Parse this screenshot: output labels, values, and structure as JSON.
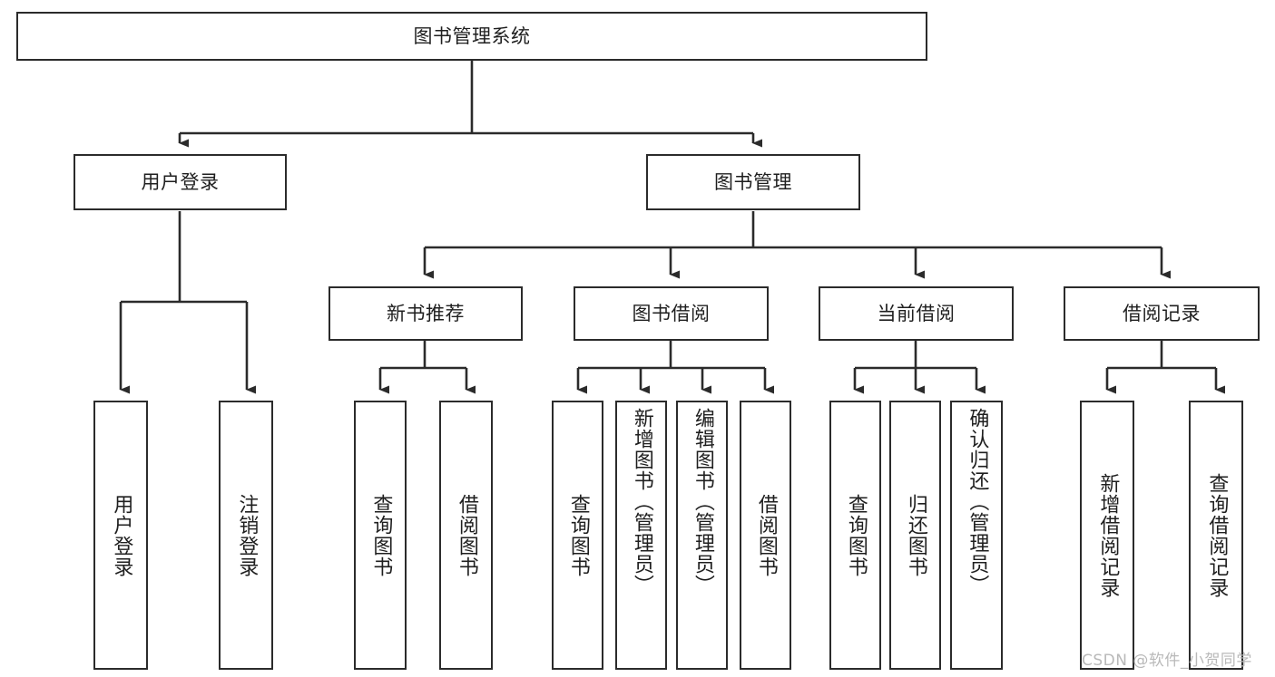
{
  "diagram": {
    "type": "tree-hierarchy",
    "title": "图书管理系统",
    "watermark": "CSDN @软件_小贺同学",
    "colors": {
      "box_border": "#2b2b2b",
      "connector": "#2b2b2b",
      "background": "#ffffff",
      "text": "#1f1f1f",
      "watermark": "#b9b9b9"
    },
    "levels": {
      "root": {
        "label": "图书管理系统"
      },
      "level2": [
        {
          "id": "user-login",
          "label": "用户登录"
        },
        {
          "id": "book-management",
          "label": "图书管理"
        }
      ],
      "level3": [
        {
          "id": "new-book-recommend",
          "label": "新书推荐",
          "parent": "book-management"
        },
        {
          "id": "book-borrow",
          "label": "图书借阅",
          "parent": "book-management"
        },
        {
          "id": "current-borrow",
          "label": "当前借阅",
          "parent": "book-management"
        },
        {
          "id": "borrow-record",
          "label": "借阅记录",
          "parent": "book-management"
        }
      ],
      "leaves": [
        {
          "id": "leaf-user-login",
          "label": "用户登录",
          "parent": "user-login"
        },
        {
          "id": "leaf-logout-login",
          "label": "注销登录",
          "parent": "user-login"
        },
        {
          "id": "leaf-query-book-1",
          "label": "查询图书",
          "parent": "new-book-recommend"
        },
        {
          "id": "leaf-borrow-book-1",
          "label": "借阅图书",
          "parent": "new-book-recommend"
        },
        {
          "id": "leaf-query-book-2",
          "label": "查询图书",
          "parent": "book-borrow"
        },
        {
          "id": "leaf-add-book",
          "label": "新增图书（管理员）",
          "parent": "book-borrow"
        },
        {
          "id": "leaf-edit-book",
          "label": "编辑图书（管理员）",
          "parent": "book-borrow"
        },
        {
          "id": "leaf-borrow-book-2",
          "label": "借阅图书",
          "parent": "book-borrow"
        },
        {
          "id": "leaf-query-book-3",
          "label": "查询图书",
          "parent": "current-borrow"
        },
        {
          "id": "leaf-return-book",
          "label": "归还图书",
          "parent": "current-borrow"
        },
        {
          "id": "leaf-confirm-return",
          "label": "确认归还（管理员）",
          "parent": "current-borrow"
        },
        {
          "id": "leaf-add-record",
          "label": "新增借阅记录",
          "parent": "borrow-record"
        },
        {
          "id": "leaf-query-record",
          "label": "查询借阅记录",
          "parent": "borrow-record"
        }
      ]
    }
  }
}
